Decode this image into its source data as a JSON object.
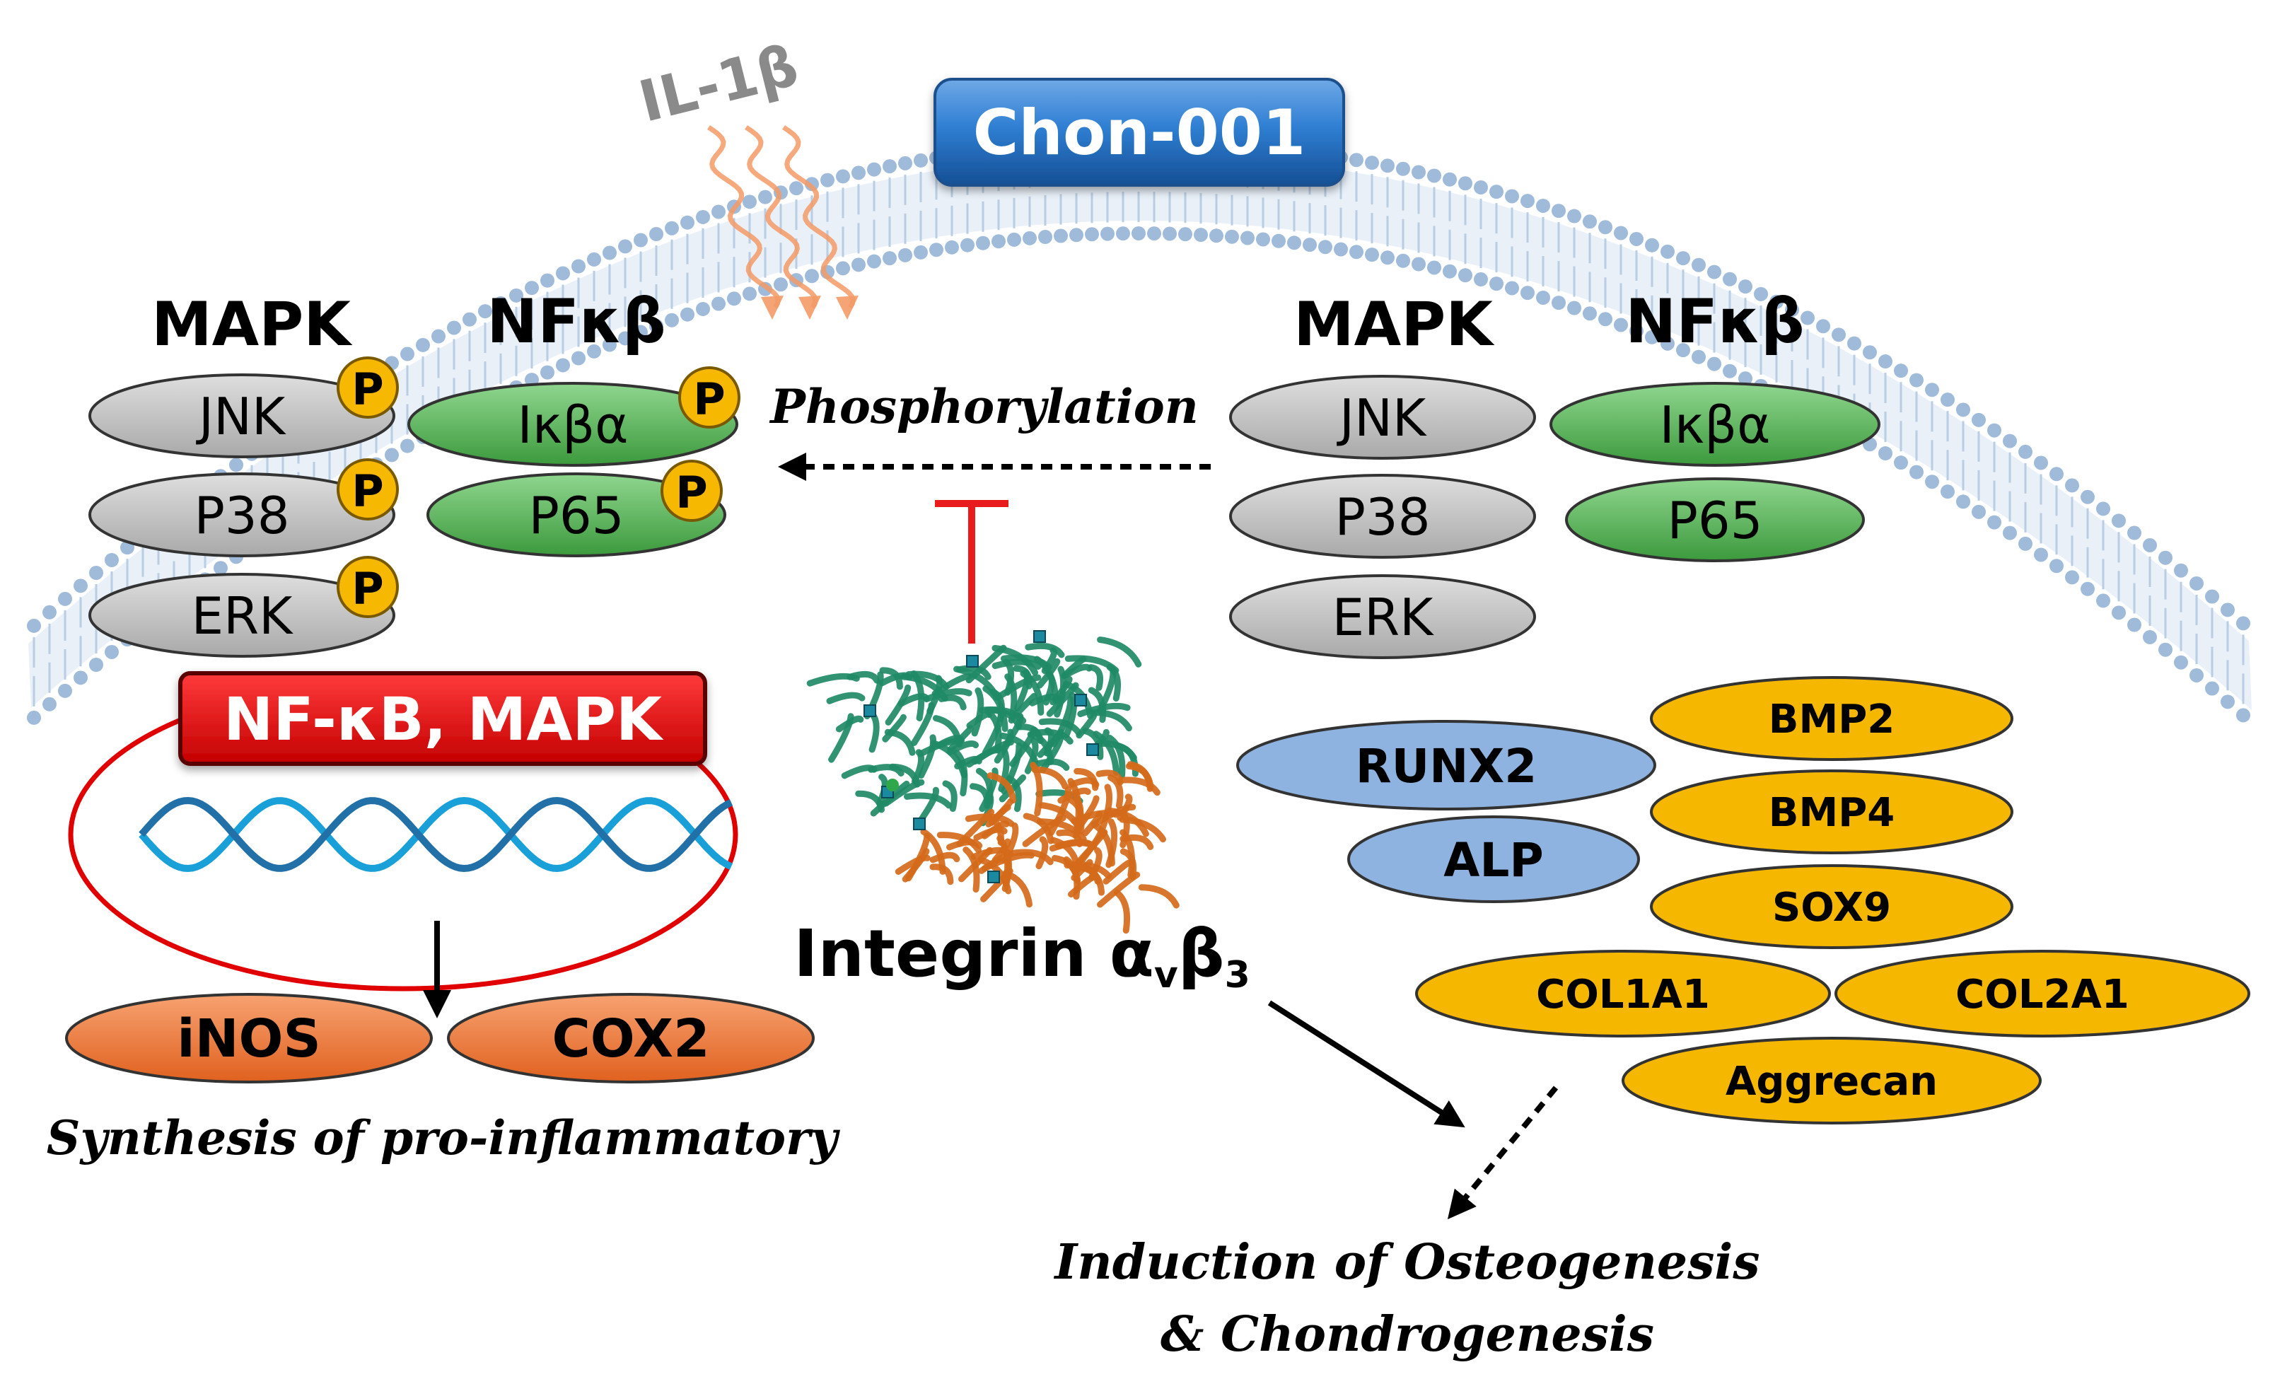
{
  "colors": {
    "membrane": "#b9cde3",
    "membrane_head": "#9fbbd9",
    "gray_node": "#c3c3c3",
    "green_node": "#5bb85b",
    "orange_node": "#e8702d",
    "blue_node": "#8fb3e0",
    "yellow_node": "#f5b700",
    "phospho": "#f6b800",
    "inhibit": "#e81c1c",
    "tag_blue": "#1f6fc4",
    "tag_red": "#e00000",
    "ilb": "#8a8a8a",
    "protein_green": "#1f8a66",
    "protein_orange": "#d46a1a"
  },
  "labels": {
    "drug": "Chon-001",
    "il1b": "IL-1β",
    "mapk_left": "MAPK",
    "nfkb_left": "NFκβ",
    "mapk_right": "MAPK",
    "nfkb_right": "NFκβ",
    "phosphorylation": "Phosphorylation",
    "phospho_mark": "P",
    "nucleus_tag": "NF-κB, MAPK",
    "integrin": "Integrin α",
    "integrin_sub_v": "v",
    "integrin_beta": "β",
    "integrin_sub_3": "3",
    "synthesis": "Synthesis of pro-inflammatory",
    "induction_line1": "Induction of Osteogenesis",
    "induction_line2": "& Chondrogenesis"
  },
  "left_nodes": {
    "jnk": "JNK",
    "p38": "P38",
    "erk": "ERK",
    "ikba": "Iκβα",
    "p65": "P65"
  },
  "right_nodes": {
    "jnk": "JNK",
    "p38": "P38",
    "erk": "ERK",
    "ikba": "Iκβα",
    "p65": "P65"
  },
  "inflammatory": {
    "inos": "iNOS",
    "cox2": "COX2"
  },
  "markers": {
    "runx2": "RUNX2",
    "alp": "ALP",
    "bmp2": "BMP2",
    "bmp4": "BMP4",
    "sox9": "SOX9",
    "col1a1": "COL1A1",
    "col2a1": "COL2A1",
    "aggrecan": "Aggrecan"
  }
}
